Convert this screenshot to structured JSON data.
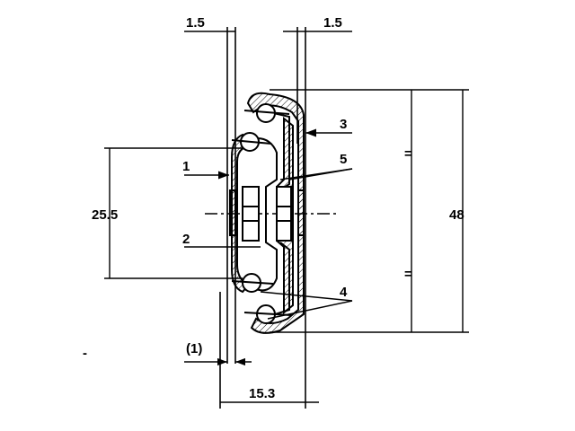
{
  "drawing": {
    "dimensions": {
      "top_left_thickness": "1.5",
      "top_right_thickness": "1.5",
      "left_height": "25.5",
      "total_height": "48",
      "equal_upper": "=",
      "equal_lower": "=",
      "bottom_width": "15.3",
      "clearance": "(1)",
      "dash": "-"
    },
    "callouts": [
      "1",
      "2",
      "3",
      "4",
      "5"
    ]
  }
}
